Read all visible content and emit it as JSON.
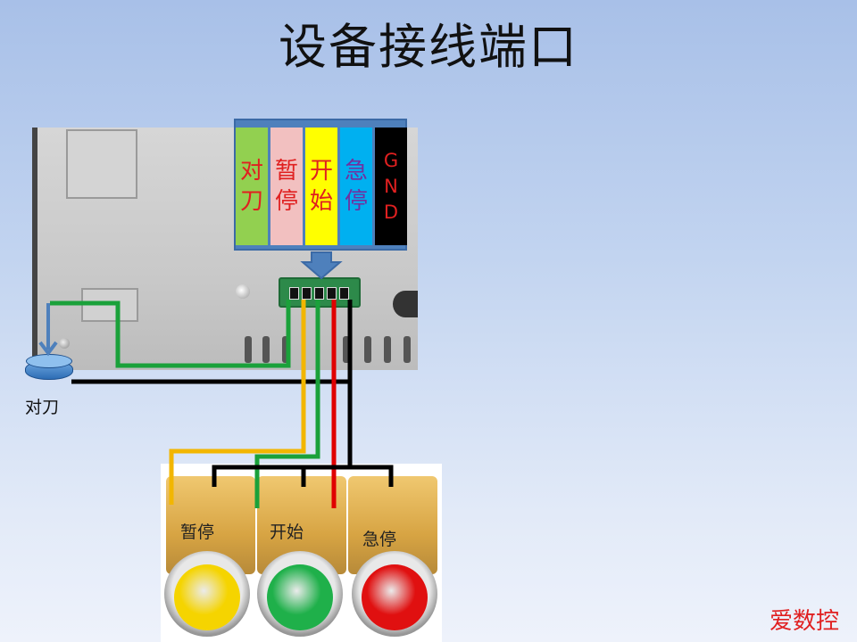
{
  "title": "设备接线端口",
  "pins": [
    {
      "id": "tool",
      "label": [
        "对",
        "刀"
      ],
      "bg": "#92d050",
      "fg": "#e02020"
    },
    {
      "id": "pause",
      "label": [
        "暂",
        "停"
      ],
      "bg": "#f2c0c0",
      "fg": "#e02020"
    },
    {
      "id": "start",
      "label": [
        "开",
        "始"
      ],
      "bg": "#ffff00",
      "fg": "#e02020"
    },
    {
      "id": "estop",
      "label": [
        "急",
        "停"
      ],
      "bg": "#00b0f0",
      "fg": "#7030a0"
    },
    {
      "id": "gnd",
      "label": [
        "G",
        "N",
        "D"
      ],
      "bg": "#000000",
      "fg": "#e02020"
    }
  ],
  "sensor": {
    "label": "对刀"
  },
  "buttons": [
    {
      "id": "pause",
      "label": "暂停",
      "color": "#f5d400"
    },
    {
      "id": "start",
      "label": "开始",
      "color": "#1fb04a"
    },
    {
      "id": "estop",
      "label": "急停",
      "color": "#e01010"
    }
  ],
  "wire_colors": {
    "tool": "#1aa13a",
    "pause": "#f2b600",
    "start": "#1aa13a",
    "estop": "#e00000",
    "gnd": "#000000"
  },
  "brand": "爱数控"
}
